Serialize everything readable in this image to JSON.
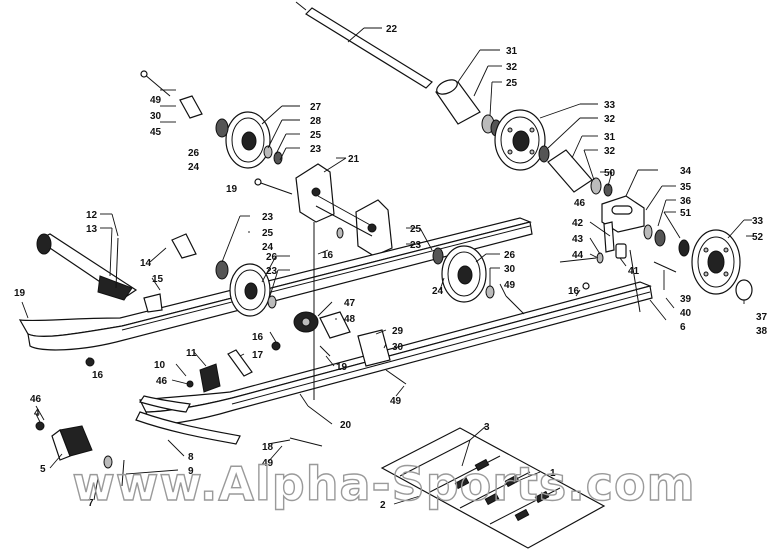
{
  "watermark": "www.Alpha-Sports.com",
  "callouts": [
    {
      "n": "22"
    },
    {
      "n": "31"
    },
    {
      "n": "32"
    },
    {
      "n": "25"
    },
    {
      "n": "33"
    },
    {
      "n": "32"
    },
    {
      "n": "31"
    },
    {
      "n": "32"
    },
    {
      "n": "50"
    },
    {
      "n": "49"
    },
    {
      "n": "30"
    },
    {
      "n": "45"
    },
    {
      "n": "27"
    },
    {
      "n": "28"
    },
    {
      "n": "25"
    },
    {
      "n": "23"
    },
    {
      "n": "26"
    },
    {
      "n": "24"
    },
    {
      "n": "21"
    },
    {
      "n": "19"
    },
    {
      "n": "34"
    },
    {
      "n": "35"
    },
    {
      "n": "36"
    },
    {
      "n": "51"
    },
    {
      "n": "46"
    },
    {
      "n": "33"
    },
    {
      "n": "52"
    },
    {
      "n": "12"
    },
    {
      "n": "13"
    },
    {
      "n": "23"
    },
    {
      "n": "25"
    },
    {
      "n": "24"
    },
    {
      "n": "14"
    },
    {
      "n": "15"
    },
    {
      "n": "16"
    },
    {
      "n": "25"
    },
    {
      "n": "23"
    },
    {
      "n": "42"
    },
    {
      "n": "43"
    },
    {
      "n": "44"
    },
    {
      "n": "41"
    },
    {
      "n": "26"
    },
    {
      "n": "30"
    },
    {
      "n": "49"
    },
    {
      "n": "26"
    },
    {
      "n": "23"
    },
    {
      "n": "24"
    },
    {
      "n": "16"
    },
    {
      "n": "39"
    },
    {
      "n": "40"
    },
    {
      "n": "6"
    },
    {
      "n": "37"
    },
    {
      "n": "38"
    },
    {
      "n": "19"
    },
    {
      "n": "47"
    },
    {
      "n": "48"
    },
    {
      "n": "16"
    },
    {
      "n": "16"
    },
    {
      "n": "11"
    },
    {
      "n": "17"
    },
    {
      "n": "29"
    },
    {
      "n": "30"
    },
    {
      "n": "10"
    },
    {
      "n": "46"
    },
    {
      "n": "19"
    },
    {
      "n": "49"
    },
    {
      "n": "46"
    },
    {
      "n": "4"
    },
    {
      "n": "20"
    },
    {
      "n": "3"
    },
    {
      "n": "18"
    },
    {
      "n": "49"
    },
    {
      "n": "8"
    },
    {
      "n": "5"
    },
    {
      "n": "9"
    },
    {
      "n": "7"
    },
    {
      "n": "1"
    },
    {
      "n": "2"
    }
  ]
}
